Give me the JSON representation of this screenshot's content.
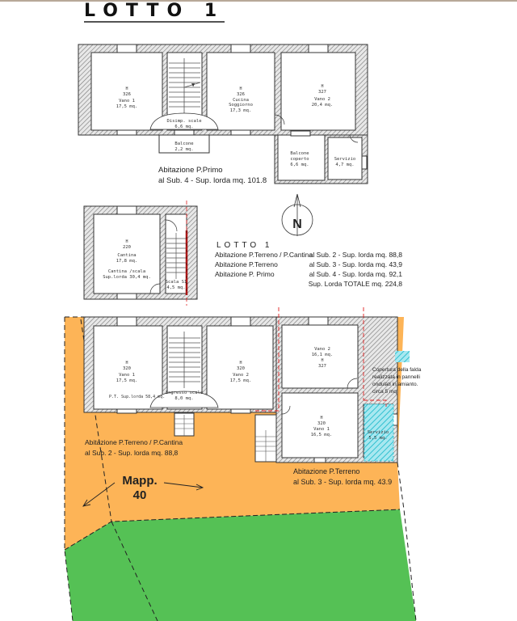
{
  "title": "LOTTO 1",
  "colors": {
    "orange": "#fdb457",
    "green": "#55c155",
    "hatch_cyan": "#40c8d8",
    "red_dash": "#e02020",
    "wall": "#888888"
  },
  "first_floor": {
    "rooms": [
      {
        "h": "H",
        "hval": "326",
        "name": "Vano 1",
        "area": "17,5 mq."
      },
      {
        "h": "H",
        "hval": "326",
        "name": "Cucina",
        "name2": "Soggiorno",
        "area": "17,3 mq."
      },
      {
        "h": "H",
        "hval": "327",
        "name": "Vano 2",
        "area": "20,4 mq."
      }
    ],
    "disimp": {
      "name": "Disimp. scale",
      "area": "6,6 mq."
    },
    "balcone": {
      "name": "Balcone",
      "area": "2,2 mq."
    },
    "balcone_coperto": {
      "name": "Balcone",
      "name2": "coperto",
      "area": "6,6 mq."
    },
    "servizio": {
      "name": "Servizio",
      "area": "4,7 mq."
    },
    "caption_line1": "Abitazione P.Primo",
    "caption_line2": "al Sub. 4 - Sup. lorda  mq. 101.8"
  },
  "cantina": {
    "h": "H",
    "hval": "220",
    "name": "Cantina",
    "area": "17,8 mq.",
    "sub_name": "Cantina /scala",
    "sub_area": "Sup.lorda 30,4 mq.",
    "scala_name": "Scala S1",
    "scala_area": "4,5 mq."
  },
  "north_label": "N",
  "summary": {
    "title": "LOTTO 1",
    "rows": [
      {
        "left": "Abitazione P.Terreno / P.Cantina",
        "right": "al Sub. 2 - Sup. lorda  mq.   88,8"
      },
      {
        "left": "Abitazione P.Terreno",
        "right": "al Sub. 3 - Sup. lorda  mq.   43,9"
      },
      {
        "left": "Abitazione P. Primo",
        "right": "al Sub. 4 - Sup. lorda  mq.   92,1"
      }
    ],
    "total": "Sup. Lorda TOTALE mq.  224,8"
  },
  "ground_floor": {
    "rooms": [
      {
        "h": "H",
        "hval": "320",
        "name": "Vano 1",
        "area": "17,5 mq."
      },
      {
        "h": "H",
        "hval": "320",
        "name": "Vano 2",
        "area": "17,5 mq."
      }
    ],
    "ingresso": {
      "name": "Ingresso scale",
      "area": "8,0 mq."
    },
    "pt_label": "P.T. Sup.lorda 58,4 mq.",
    "east_vano2": {
      "name": "Vano 2",
      "area": "16,1 mq.",
      "h": "H",
      "hval": "327"
    },
    "east_vano1": {
      "h": "H",
      "hval": "320",
      "name": "Vano 1",
      "area": "16,5 mq."
    },
    "servizio": {
      "name": "Servizio",
      "area": "5,5 mq."
    },
    "note_lines": [
      "Copertura della falda",
      "realizzata in pannelli",
      "ondulati in amianto.",
      "circa 5 mq."
    ],
    "caption_sub2_line1": "Abitazione P.Terreno / P.Cantina",
    "caption_sub2_line2": "al Sub. 2 - Sup. lorda  mq. 88,8",
    "caption_sub3_line1": "Abitazione P.Terreno",
    "caption_sub3_line2": "al Sub. 3 - Sup. lorda  mq. 43.9"
  },
  "mapp": {
    "line1": "Mapp.",
    "line2": "40"
  }
}
